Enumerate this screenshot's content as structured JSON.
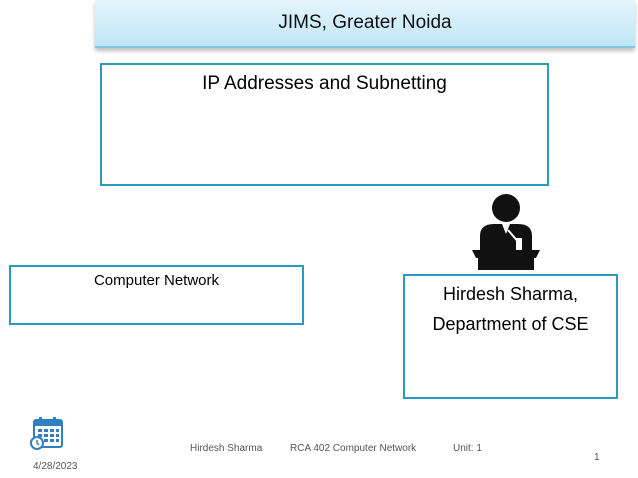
{
  "header": {
    "title": "JIMS, Greater Noida"
  },
  "slide": {
    "title": "IP Addresses and Subnetting",
    "course": "Computer Network",
    "author_line1": "Hirdesh Sharma,",
    "author_line2": "Department of CSE"
  },
  "footer": {
    "author": "Hirdesh Sharma",
    "course": "RCA 402 Computer Network",
    "unit": "Unit: 1",
    "date": "4/28/2023",
    "page_number": "1"
  },
  "icons": {
    "presenter": "speaker-at-podium-icon",
    "calendar": "calendar-icon"
  },
  "colors": {
    "box_border": "#2a9bbf",
    "banner_top": "#e6f5fc",
    "banner_bottom": "#bfe6f7",
    "calendar_blue": "#2f7fc1"
  }
}
